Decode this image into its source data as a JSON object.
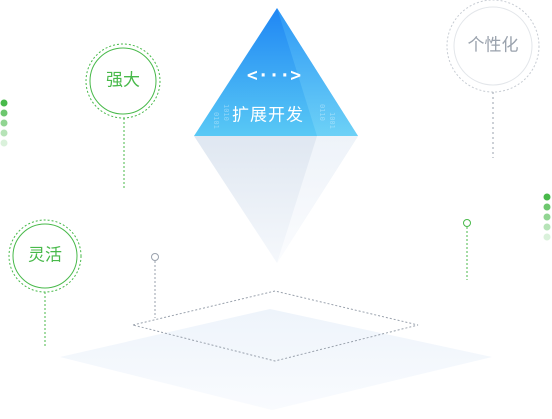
{
  "top": {
    "label": "扩展开发",
    "icon": "code-brackets-icon",
    "icon_glyph": "<···>"
  },
  "nodes": {
    "strong": {
      "label": "强大"
    },
    "flexible": {
      "label": "灵活"
    },
    "personalized": {
      "label": "个性化"
    }
  },
  "colors": {
    "green": "#48b94a",
    "gray": "#9aa2ad",
    "blue_top": "#1f86f4",
    "blue_bottom": "#59c9f5"
  }
}
